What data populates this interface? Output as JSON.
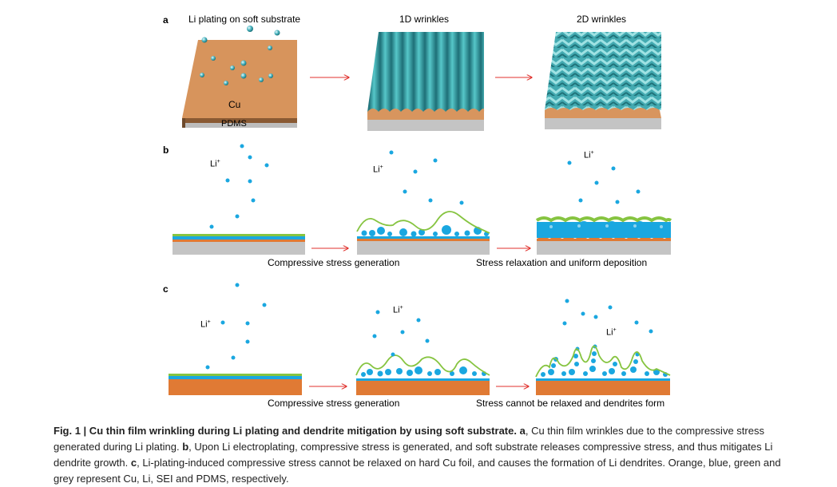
{
  "panels": {
    "a": {
      "letter": "a",
      "title_soft": "Li plating on soft substrate",
      "title_1d": "1D wrinkles",
      "title_2d": "2D wrinkles",
      "cu_label": "Cu",
      "pdms_label": "PDMS"
    },
    "b": {
      "letter": "b",
      "li_label": "Li",
      "li_charge": "+",
      "caption_mid": "Compressive stress generation",
      "caption_right": "Stress relaxation and uniform deposition"
    },
    "c": {
      "letter": "c",
      "li_label": "Li",
      "li_charge": "+",
      "caption_mid": "Compressive stress generation",
      "caption_right": "Stress cannot be relaxed and dendrites form"
    }
  },
  "caption": {
    "fig_label": "Fig. 1 | Cu thin film wrinkling during Li plating and dendrite mitigation by using soft substrate.",
    "a_tag": "a",
    "a_text": ", Cu thin film wrinkles due to the compressive stress generated during Li plating.",
    "b_tag": "b",
    "b_text": ", Upon Li electroplating, compressive stress is generated, and soft substrate releases compressive stress, and thus mitigates Li dendrite growth.",
    "c_tag": "c",
    "c_text": ", Li-plating-induced compressive stress cannot be relaxed on hard Cu foil, and causes the formation of Li dendrites. Orange, blue, green and grey represent Cu, Li, SEI and PDMS, respectively."
  },
  "colors": {
    "cu": "#e07a34",
    "cu_block": "#d8955e",
    "li": "#1aa7e0",
    "sei": "#86c440",
    "pdms": "#c4c4c4",
    "arrow": "#e0312c",
    "wrinkle": "#3fb8be"
  }
}
